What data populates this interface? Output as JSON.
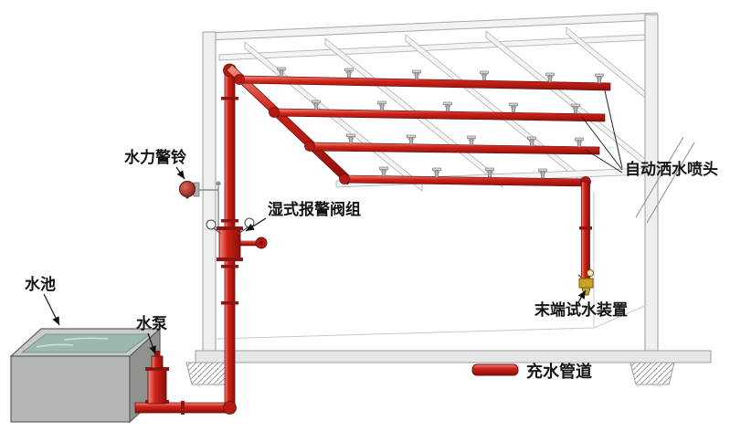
{
  "diagram": {
    "labels": {
      "alarm_bell": "水力警铃",
      "wet_alarm_valve_group": "湿式报警阀组",
      "water_tank": "水池",
      "water_pump": "水泵",
      "sprinkler_heads": "自动洒水喷头",
      "end_test_device": "末端试水装置"
    },
    "legend": {
      "filled_pipe": "充水管道"
    },
    "colors": {
      "pipe_red": "#c01812",
      "pipe_dark": "#6b0d0d",
      "water_teal": "#9cb8ac",
      "structure_gray": "#f2f2f2",
      "brass": "#c9a227"
    }
  }
}
